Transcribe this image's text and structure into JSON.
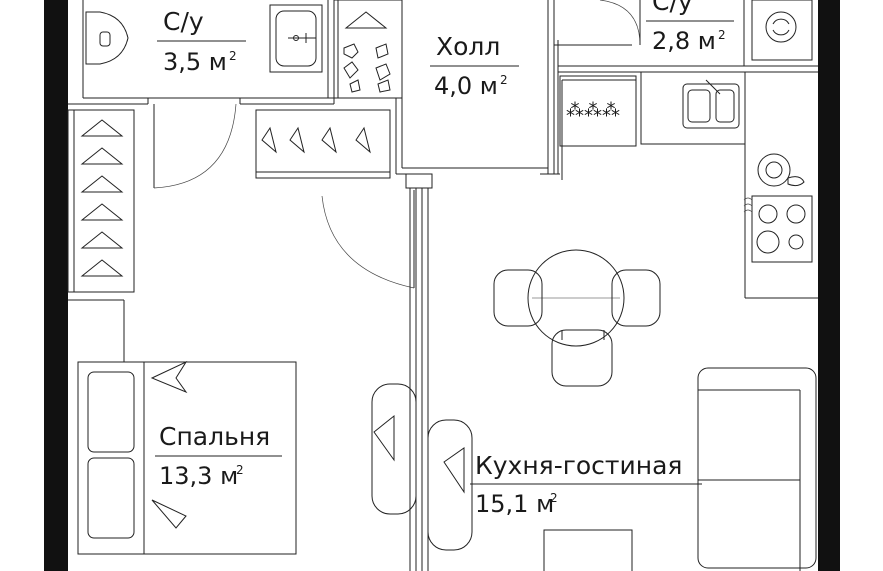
{
  "rooms": {
    "bath1": {
      "name": "С/у",
      "area": "3,5 м",
      "unit_sup": "2"
    },
    "hall": {
      "name": "Холл",
      "area": "4,0 м",
      "unit_sup": "2"
    },
    "bath2": {
      "name": "С/у",
      "area": "2,8 м",
      "unit_sup": "2"
    },
    "bedroom": {
      "name": "Спальня",
      "area": "13,3 м",
      "unit_sup": "2"
    },
    "kitchen": {
      "name": "Кухня-гостиная",
      "area": "15,1 м",
      "unit_sup": "2"
    }
  }
}
